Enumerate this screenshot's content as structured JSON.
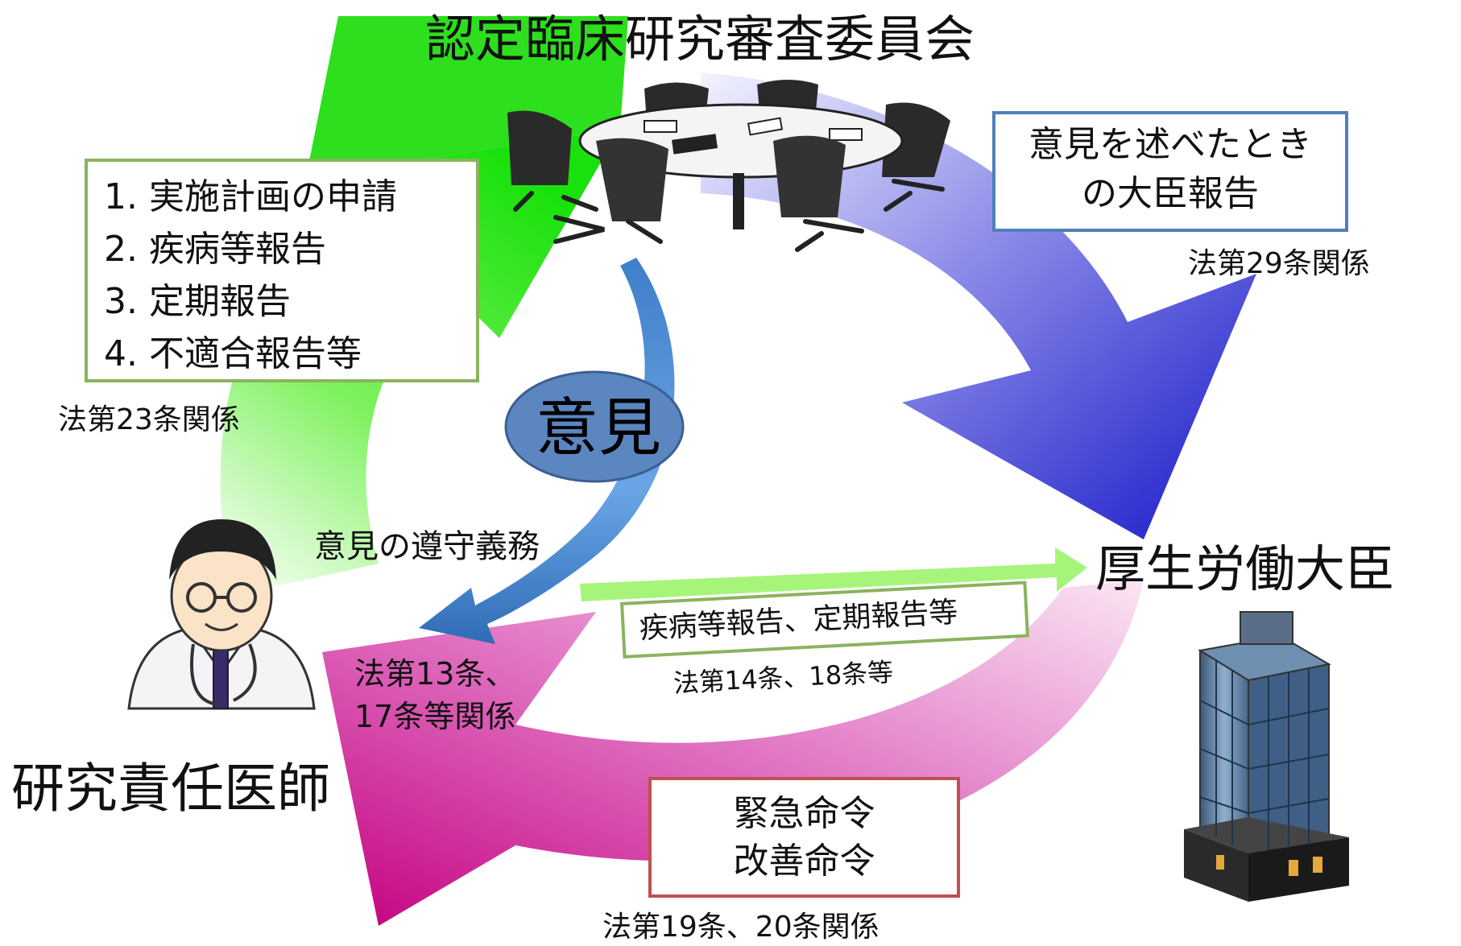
{
  "nodes": {
    "committee": "認定臨床研究審査委員会",
    "minister": "厚生労働大臣",
    "investigator": "研究責任医師"
  },
  "opinion_label": "意見",
  "submissions_box": {
    "items": [
      "1. 実施計画の申請",
      "2. 疾病等報告",
      "3. 定期報告",
      "4. 不適合報告等"
    ],
    "law": "法第23条関係"
  },
  "minister_report_box": {
    "lines": [
      "意見を述べたとき",
      "の大臣報告"
    ],
    "law": "法第29条関係"
  },
  "compliance": {
    "label": "意見の遵守義務",
    "law_lines": [
      "法第13条、",
      "17条等関係"
    ]
  },
  "direct_report_box": {
    "text": "疾病等報告、定期報告等",
    "law": "法第14条、18条等"
  },
  "orders_box": {
    "lines": [
      "緊急命令",
      "改善命令"
    ],
    "law": "法第19条、20条関係"
  },
  "colors": {
    "green_arrow": "#22dd11",
    "blue_arrow": "#2a2ad0",
    "magenta_arrow": "#cc0088",
    "opinion_ellipse": "#5b86c0",
    "box_green_border": "#8ab35e",
    "box_blue_border": "#4f7fb8",
    "box_red_border": "#c0504d",
    "light_green_arrow": "#a6f57a"
  },
  "icons": [
    "meeting-table-icon",
    "doctor-icon",
    "office-building-icon"
  ]
}
